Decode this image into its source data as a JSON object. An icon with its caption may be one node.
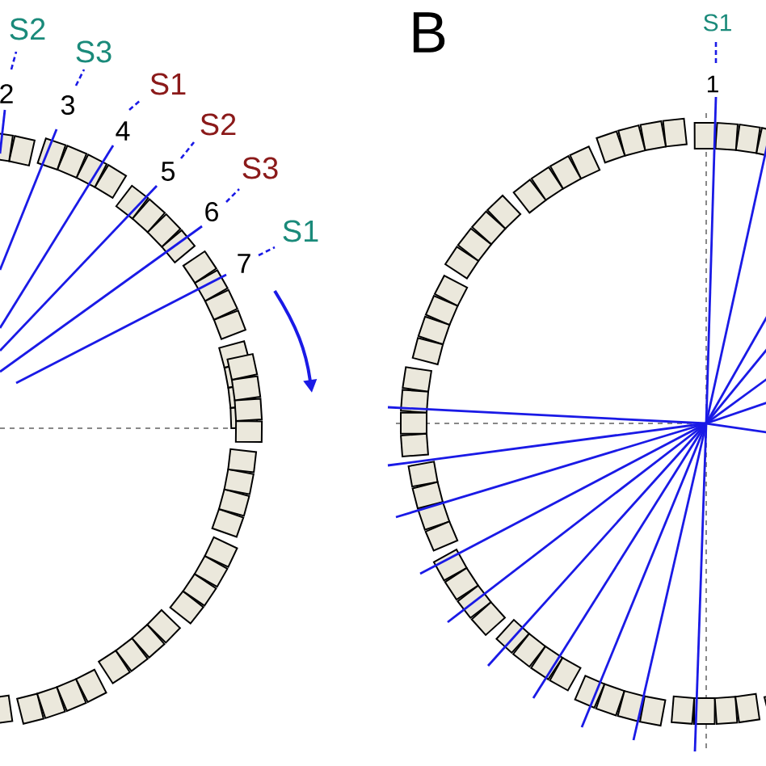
{
  "diagram": {
    "labels": [
      "S2",
      "S3",
      "S1",
      "2",
      "3",
      "B",
      "1",
      "S1",
      "4",
      "S2",
      "5",
      "S3",
      "6",
      "S1",
      "7"
    ]
  }
}
